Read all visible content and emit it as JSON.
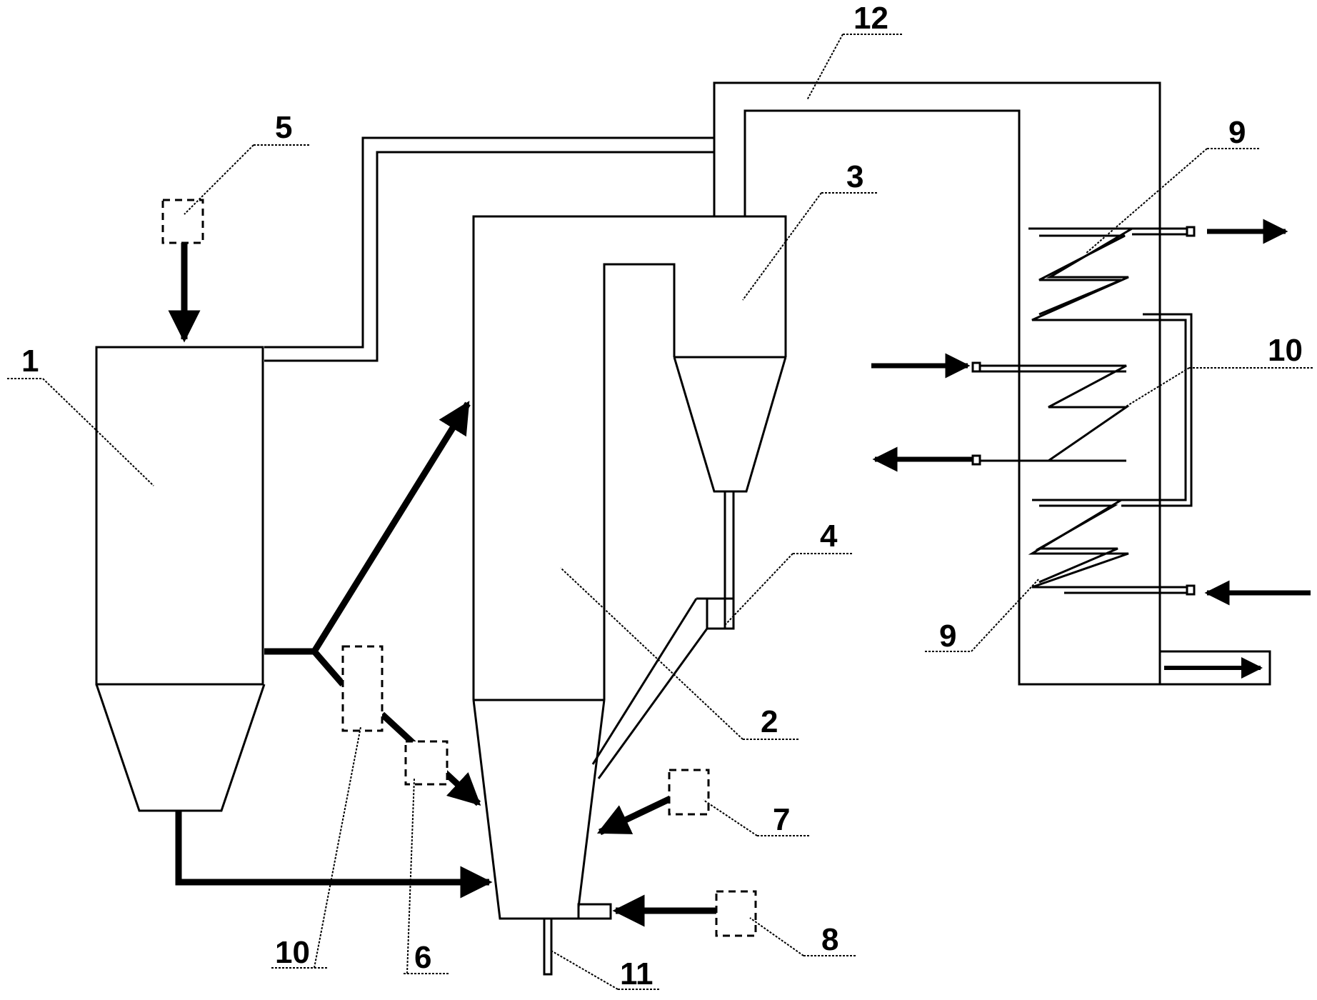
{
  "labels": {
    "l1": "1",
    "l2": "2",
    "l3": "3",
    "l4": "4",
    "l5": "5",
    "l6": "6",
    "l7": "7",
    "l8": "8",
    "l9a": "9",
    "l9b": "9",
    "l10a": "10",
    "l10b": "10",
    "l11": "11",
    "l12": "12"
  },
  "colors": {
    "line": "#000000",
    "background": "#ffffff"
  }
}
